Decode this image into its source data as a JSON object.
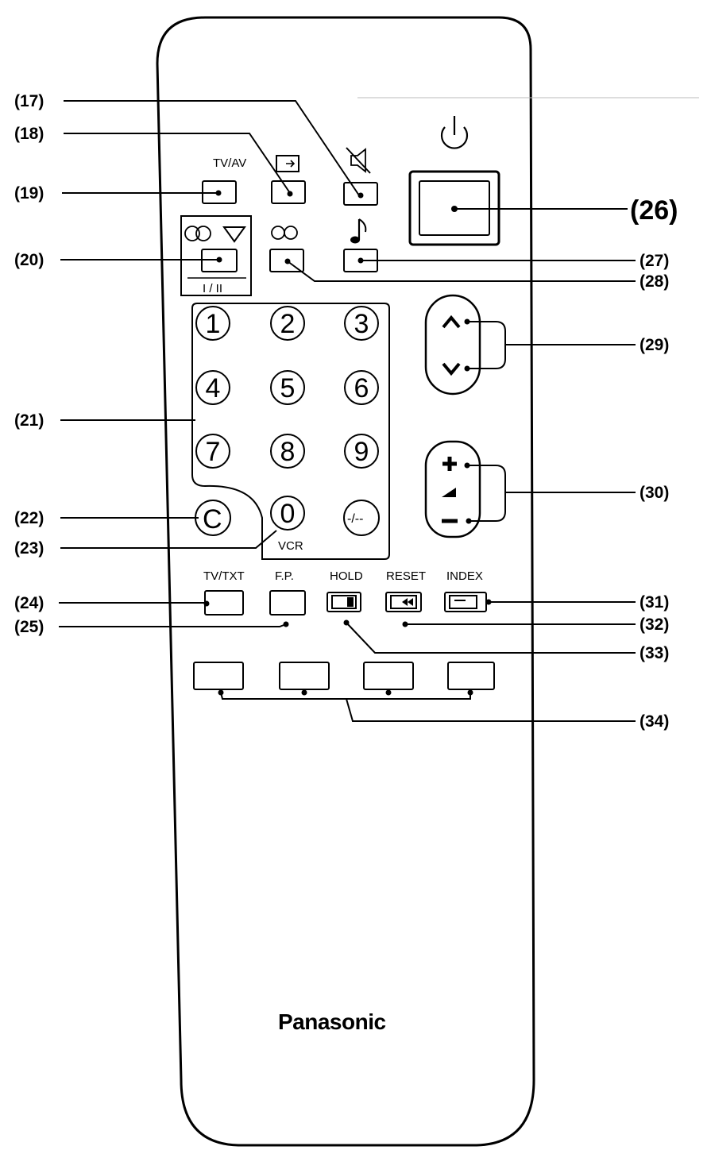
{
  "callouts": {
    "c17": "(17)",
    "c18": "(18)",
    "c19": "(19)",
    "c20": "(20)",
    "c21": "(21)",
    "c22": "(22)",
    "c23": "(23)",
    "c24": "(24)",
    "c25": "(25)",
    "c26": "(26)",
    "c27": "(27)",
    "c28": "(28)",
    "c29": "(29)",
    "c30": "(30)",
    "c31": "(31)",
    "c32": "(32)",
    "c33": "(33)",
    "c34": "(34)"
  },
  "labels": {
    "tv_av": "TV/AV",
    "dual_sound": "I / II",
    "vcr": "VCR",
    "tv_txt": "TV/TXT",
    "fp": "F.P.",
    "hold": "HOLD",
    "reset": "RESET",
    "index": "INDEX",
    "dash": "-/--",
    "clear": "C"
  },
  "keypad": [
    "1",
    "2",
    "3",
    "4",
    "5",
    "6",
    "7",
    "8",
    "9",
    "0"
  ],
  "brand": "Panasonic",
  "icons": {
    "power": "power-icon",
    "mute": "mute-icon",
    "input": "input-icon",
    "stereo": "stereo-icon",
    "music": "music-note-icon",
    "up": "chevron-up-icon",
    "down": "chevron-down-icon",
    "plus": "plus-icon",
    "minus": "minus-icon",
    "volume": "volume-ramp-icon"
  }
}
